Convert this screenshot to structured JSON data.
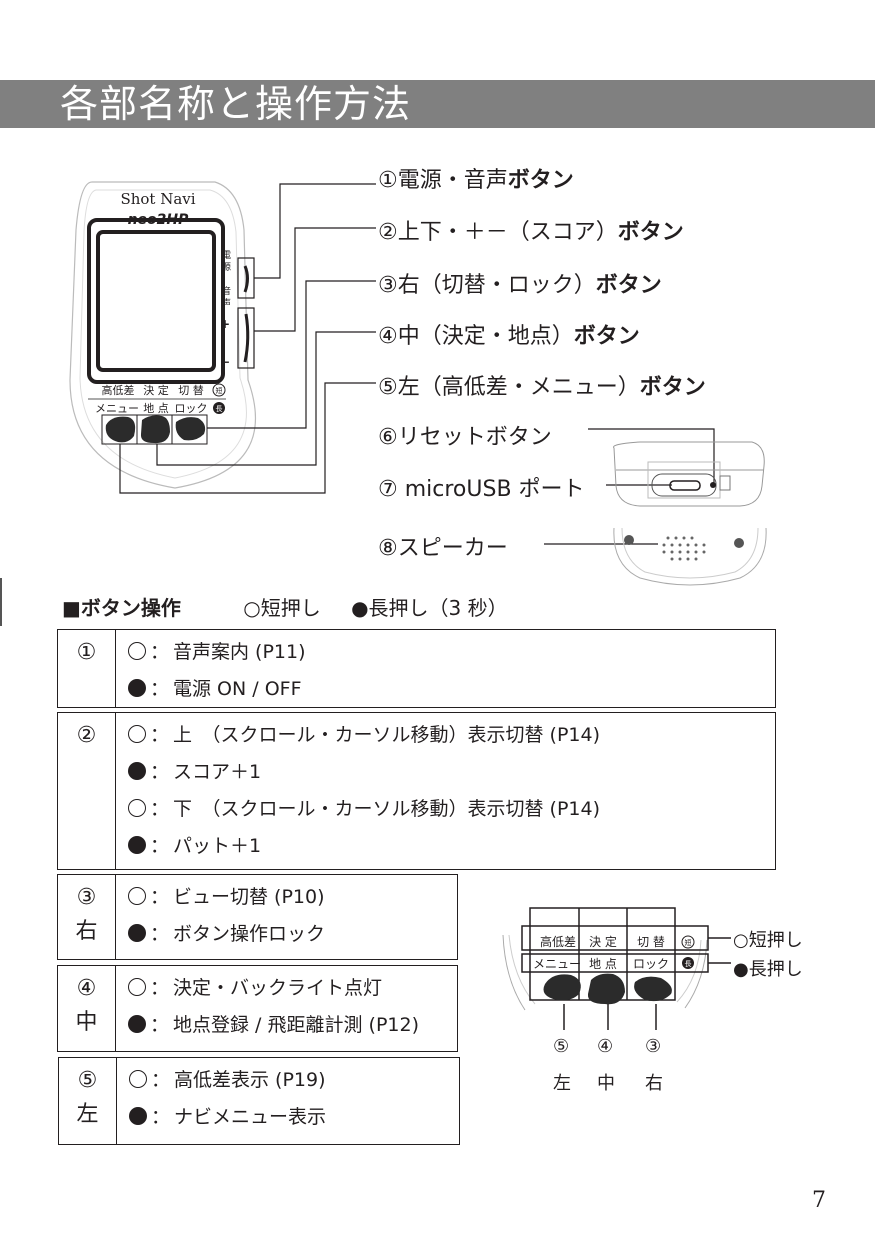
{
  "page": {
    "title": "各部名称と操作方法",
    "page_number": "7"
  },
  "device": {
    "brand": "Shot Navi",
    "model": "neo2HP",
    "side_labels": {
      "power": "電源/音声",
      "plus": "+",
      "minus": "−"
    },
    "face_labels": {
      "short_row": [
        "高低差",
        "決定",
        "切替"
      ],
      "short_badge": "短",
      "long_row": [
        "メニュー",
        "地点",
        "ロック"
      ],
      "long_badge": "長"
    }
  },
  "callouts": [
    {
      "num": "①",
      "text": "電源・音声",
      "suffix": "ボタン"
    },
    {
      "num": "②",
      "text": "上下・＋－（スコア）",
      "suffix": "ボタン"
    },
    {
      "num": "③",
      "text": "右（切替・ロック）",
      "suffix": "ボタン"
    },
    {
      "num": "④",
      "text": "中（決定・地点）",
      "suffix": "ボタン"
    },
    {
      "num": "⑤",
      "text": "左（高低差・メニュー）",
      "suffix": "ボタン"
    },
    {
      "num": "⑥",
      "text": "リセットボタン",
      "suffix": ""
    },
    {
      "num": "⑦",
      "text": " microUSB ポート",
      "suffix": ""
    },
    {
      "num": "⑧",
      "text": "スピーカー",
      "suffix": ""
    }
  ],
  "legend": {
    "heading": "■ボタン操作",
    "short_press": "○短押し",
    "long_press": "●長押し（3 秒）"
  },
  "operations": [
    {
      "num": "①",
      "side": "",
      "lines": [
        {
          "type": "short",
          "text": "音声案内 (P11)"
        },
        {
          "type": "long",
          "text": "電源 ON / OFF"
        }
      ]
    },
    {
      "num": "②",
      "side": "",
      "lines": [
        {
          "type": "short",
          "text": "上　（スクロール・カーソル移動）表示切替 (P14)"
        },
        {
          "type": "long",
          "text": "スコア＋1"
        },
        {
          "type": "short",
          "text": "下　（スクロール・カーソル移動）表示切替 (P14)"
        },
        {
          "type": "long",
          "text": "パット＋1"
        }
      ]
    },
    {
      "num": "③",
      "side": "右",
      "lines": [
        {
          "type": "short",
          "text": "ビュー切替 (P10)"
        },
        {
          "type": "long",
          "text": "ボタン操作ロック"
        }
      ]
    },
    {
      "num": "④",
      "side": "中",
      "lines": [
        {
          "type": "short",
          "text": "決定・バックライト点灯"
        },
        {
          "type": "long",
          "text": "地点登録 / 飛距離計測 (P12)"
        }
      ]
    },
    {
      "num": "⑤",
      "side": "左",
      "lines": [
        {
          "type": "short",
          "text": "高低差表示 (P19)"
        },
        {
          "type": "long",
          "text": "ナビメニュー表示"
        }
      ]
    }
  ],
  "detail_diagram": {
    "short_label": "○短押し",
    "long_label": "●長押し",
    "buttons": [
      {
        "num": "⑤",
        "pos": "左"
      },
      {
        "num": "④",
        "pos": "中"
      },
      {
        "num": "③",
        "pos": "右"
      }
    ]
  },
  "colors": {
    "title_bar": "#808080",
    "ink": "#231f20"
  }
}
